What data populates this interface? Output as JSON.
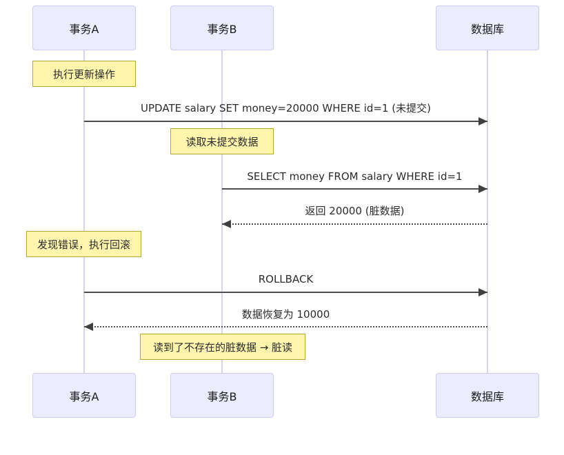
{
  "diagram": {
    "type": "sequence-diagram",
    "topic": "dirty read transaction example",
    "actors": [
      {
        "id": "transaction-a",
        "label": "事务A"
      },
      {
        "id": "transaction-b",
        "label": "事务B"
      },
      {
        "id": "database",
        "label": "数据库"
      }
    ],
    "notes": [
      {
        "text": "执行更新操作",
        "over": "transaction-a"
      },
      {
        "text": "读取未提交数据",
        "over": "transaction-b"
      },
      {
        "text": "发现错误，执行回滚",
        "over": "transaction-a"
      },
      {
        "text": "读到了不存在的脏数据 → 脏读",
        "over": "transaction-b"
      }
    ],
    "messages": [
      {
        "text": "UPDATE salary SET money=20000 WHERE id=1 (未提交)",
        "from": "transaction-a",
        "to": "database",
        "line": "solid"
      },
      {
        "text": "SELECT money FROM salary WHERE id=1",
        "from": "transaction-b",
        "to": "database",
        "line": "solid"
      },
      {
        "text": "返回 20000 (脏数据)",
        "from": "database",
        "to": "transaction-b",
        "line": "dotted"
      },
      {
        "text": "ROLLBACK",
        "from": "transaction-a",
        "to": "database",
        "line": "solid"
      },
      {
        "text": "数据恢复为 10000",
        "from": "database",
        "to": "transaction-a",
        "line": "dotted"
      }
    ],
    "colors": {
      "actor_fill": "#ECECFF",
      "actor_border": "#CFCCF2",
      "note_fill": "#FFF5AD",
      "note_border": "#AAAA33",
      "message_line": "#4d4d4d",
      "arrowhead": "#3f3f3f",
      "lifeline": "#D9D5EC",
      "text": "#2b2b2b",
      "background": "#FFFFFF"
    }
  }
}
